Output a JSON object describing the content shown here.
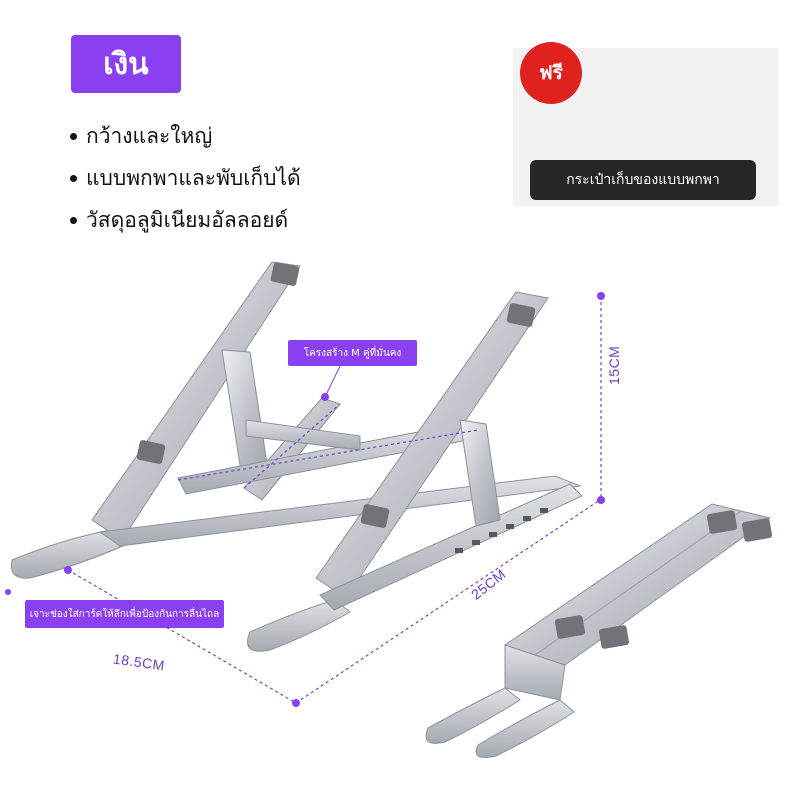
{
  "color_label": "เงิน",
  "features": [
    "กว้างและใหญ่",
    "แบบพกพาและพับเก็บได้",
    "วัสดุอลูมิเนียมอัลลอยด์"
  ],
  "gift": {
    "badge": "ฟรี",
    "caption": "กระเป๋าเก็บของแบบพกพา"
  },
  "callouts": {
    "structure": "โครงสร้าง M คู่ที่มั่นคง",
    "anti_slip": "เจาะช่องใส่การ์ดให้ลึกเพื่อป้องกันการลื่นไถล"
  },
  "dimensions": {
    "height": "15CM",
    "width": "25CM",
    "depth": "18.5CM"
  },
  "colors": {
    "accent": "#8a3ff0",
    "free_badge": "#e0221f",
    "caption_bg": "#262626",
    "metal": "#c9ccd1"
  },
  "icons": [
    "laptop-stand-open",
    "laptop-stand-folded",
    "storage-pouch"
  ]
}
